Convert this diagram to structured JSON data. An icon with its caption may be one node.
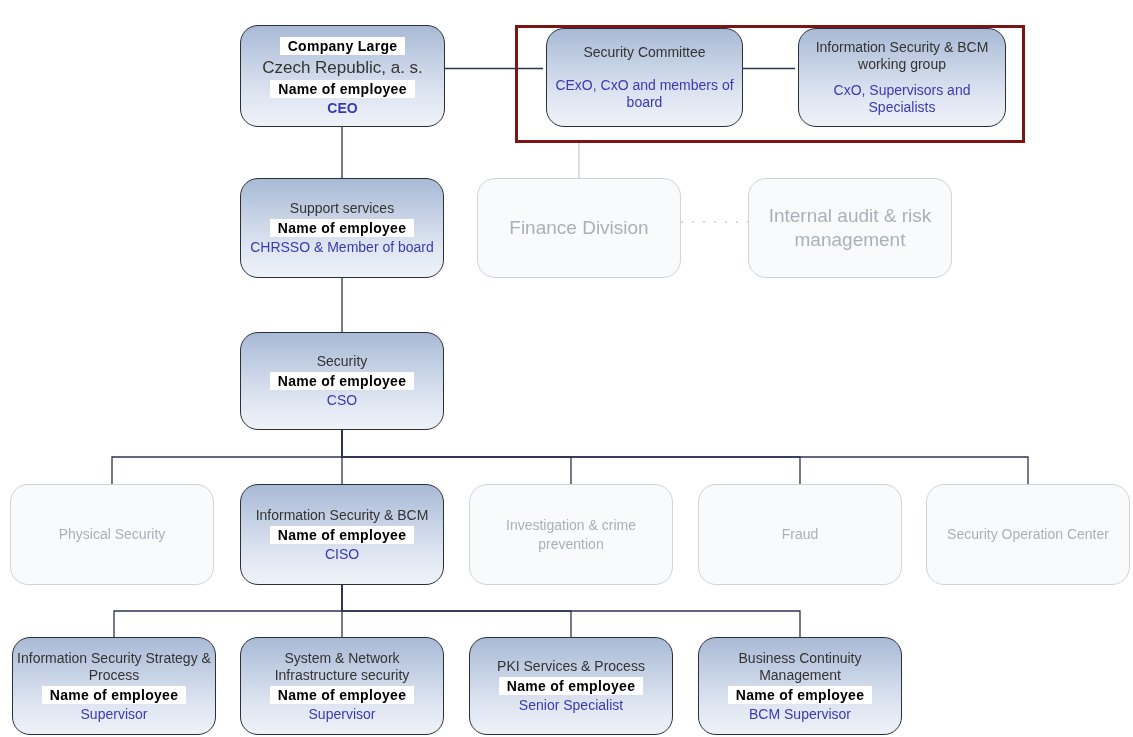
{
  "diagram": {
    "nodes": [
      {
        "text": [
          "Company Large",
          "Czech Republic, a. s.",
          "Name of employee",
          "CEO"
        ]
      },
      {
        "text": [],
        "shape": "box"
      },
      {
        "text": [
          "Security Committee",
          "CExO, CxO and members of board"
        ],
        "in": 1
      },
      {
        "text": [
          "Information Security & BCM working group",
          "CxO, Supervisors and Specialists"
        ],
        "in": 1
      },
      {
        "text": [
          "Support services",
          "Name of employee",
          "CHRSSO & Member of board"
        ]
      },
      {
        "text": [
          "Finance Division"
        ]
      },
      {
        "text": [
          "Internal audit & risk management"
        ]
      },
      {
        "text": [
          "Security",
          "Name of employee",
          "CSO"
        ]
      },
      {
        "text": [
          "Physical Security"
        ]
      },
      {
        "text": [
          "Information Security & BCM",
          "Name of employee",
          "CISO"
        ]
      },
      {
        "text": [
          "Investigation & crime prevention"
        ]
      },
      {
        "text": [
          "Fraud"
        ]
      },
      {
        "text": [
          "Security Operation Center"
        ]
      },
      {
        "text": [
          "Information Security Strategy & Process",
          "Name of employee",
          "Supervisor"
        ]
      },
      {
        "text": [
          "System & Network Infrastructure security",
          "Name of employee",
          "Supervisor"
        ]
      },
      {
        "text": [
          "PKI Services & Process",
          "Name of employee",
          "Senior Specialist"
        ]
      },
      {
        "text": [
          "Business Continuity Management",
          "Name of employee",
          "BCM Supervisor"
        ]
      }
    ],
    "edges": [
      {
        "from": 0,
        "to": 2,
        "arrow": "none"
      },
      {
        "from": 2,
        "to": 3,
        "arrow": "none"
      },
      {
        "from": 0,
        "to": 4,
        "arrow": "none"
      },
      {
        "from": 1,
        "to": 5,
        "arrow": "none",
        "color": "#cccccc"
      },
      {
        "from": 5,
        "to": 6,
        "arrow": "none",
        "style": "dashed",
        "color": "#cccccc"
      },
      {
        "from": 4,
        "to": 7,
        "arrow": "none"
      },
      {
        "from": 7,
        "to": 8,
        "arrow": "none"
      },
      {
        "from": 7,
        "to": 9,
        "arrow": "none"
      },
      {
        "from": 7,
        "to": 10,
        "arrow": "none"
      },
      {
        "from": 7,
        "to": 11,
        "arrow": "none"
      },
      {
        "from": 7,
        "to": 12,
        "arrow": "none"
      },
      {
        "from": 9,
        "to": 13,
        "arrow": "none"
      },
      {
        "from": 9,
        "to": 14,
        "arrow": "none"
      },
      {
        "from": 9,
        "to": 15,
        "arrow": "none"
      },
      {
        "from": 9,
        "to": 16,
        "arrow": "none"
      }
    ]
  }
}
